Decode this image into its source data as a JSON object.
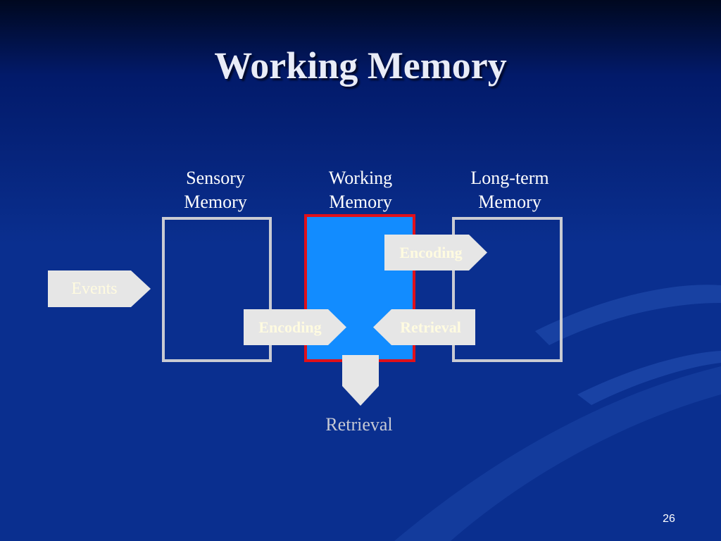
{
  "slide": {
    "title": "Working Memory",
    "page_number": "26"
  },
  "diagram": {
    "stores": [
      {
        "label_line1": "Sensory",
        "label_line2": "Memory"
      },
      {
        "label_line1": "Working",
        "label_line2": "Memory"
      },
      {
        "label_line1": "Long-term",
        "label_line2": "Memory"
      }
    ],
    "arrows": {
      "events": "Events",
      "encoding_to_working": "Encoding",
      "encoding_to_longterm": "Encoding",
      "retrieval_from_longterm": "Retrieval"
    },
    "output_label": "Retrieval"
  },
  "colors": {
    "background": "#0a2f8f",
    "working_memory_fill": "#128cff",
    "working_memory_border": "#e0101a",
    "store_border": "#c9cbd3",
    "arrow_fill": "#e6e6e6",
    "arrow_text": "#fffbe0"
  }
}
